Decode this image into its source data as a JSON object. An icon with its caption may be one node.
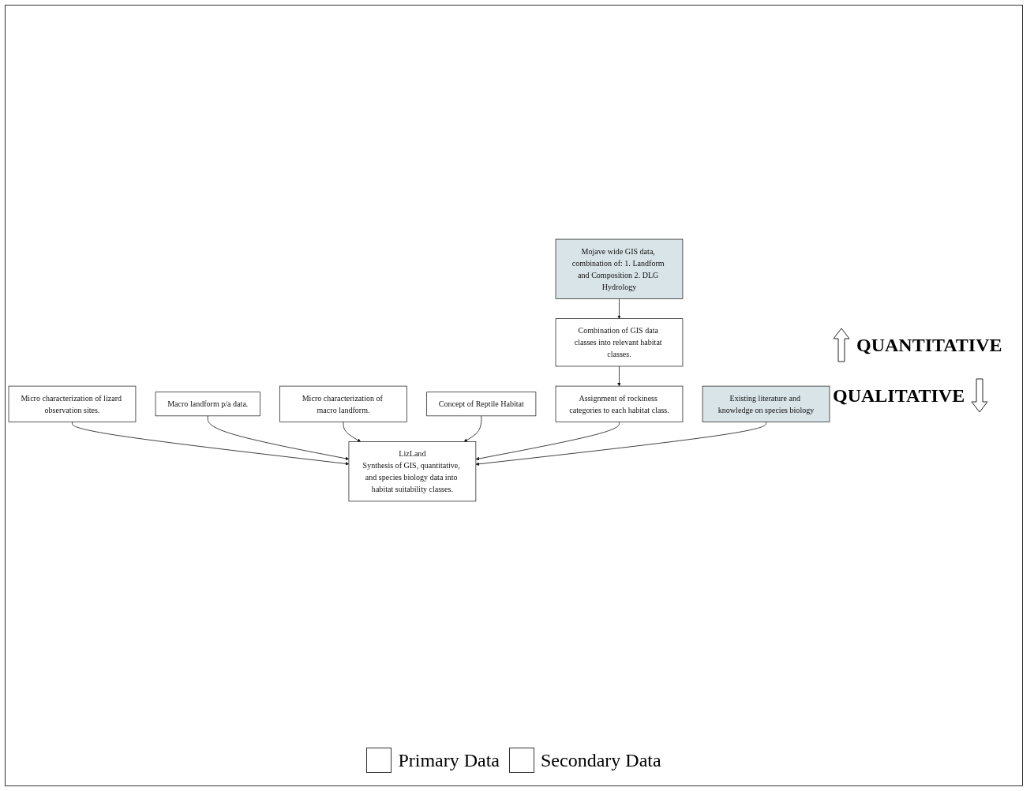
{
  "diagram": {
    "nodes": [
      {
        "text": [
          "Macro landform p/a data."
        ]
      },
      {
        "text": [
          "Micro characterization of lizard observation sites."
        ]
      },
      {
        "text": [
          "Micro characterization of macro landform."
        ]
      },
      {
        "text": [
          "Mojave wide GIS data, combination of: 1. Landform and Composition 2. DLG Hydrology"
        ]
      },
      {
        "text": [
          "LizLand",
          "Synthesis of GIS, quantitative, and species biology data into habitat suitability classes."
        ]
      },
      {
        "text": [
          "Concept of Reptile Habitat"
        ]
      },
      {
        "text": [
          "Combination of GIS data classes into relevant habitat classes."
        ]
      },
      {
        "text": [
          "Assignment of rockiness categories to each habitat class."
        ]
      },
      {
        "text": [
          "Existing literature and knowledge on species biology"
        ]
      }
    ],
    "edges": [
      {
        "from": 1,
        "to": 4,
        "arrow": "to"
      },
      {
        "from": 0,
        "to": 4,
        "arrow": "to"
      },
      {
        "from": 2,
        "to": 4,
        "arrow": "to"
      },
      {
        "from": 3,
        "to": 6,
        "arrow": "to"
      },
      {
        "from": 5,
        "to": 4,
        "arrow": "to"
      },
      {
        "from": 6,
        "to": 7,
        "arrow": "to"
      },
      {
        "from": 7,
        "to": 4,
        "arrow": "to"
      },
      {
        "from": 8,
        "to": 4,
        "arrow": "to"
      }
    ],
    "labels": [
      "QUANTITATIVE",
      "QUALITATIVE"
    ],
    "legend": [
      {
        "text": "Primary Data",
        "color": "#ffffff"
      },
      {
        "text": "Secondary Data",
        "color": "#ffffff"
      }
    ]
  }
}
